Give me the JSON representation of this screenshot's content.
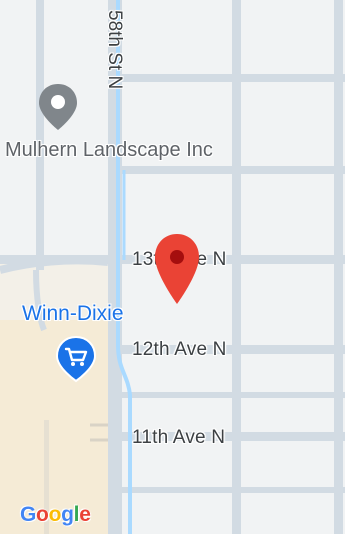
{
  "streets": {
    "vertical_label": "58th St N",
    "ave_13": "13th Ave N",
    "ave_12": "12th Ave N",
    "ave_11": "11th Ave N"
  },
  "pois": {
    "landscape": {
      "label": "Mulhern Landscape Inc",
      "icon": "place-pin-icon"
    },
    "store": {
      "label": "Winn-Dixie",
      "icon": "shopping-cart-icon",
      "color": "#1a73e8"
    }
  },
  "marker": {
    "icon": "red-location-marker-icon",
    "color": "#ea4335"
  },
  "branding": {
    "google": [
      {
        "ch": "G",
        "color": "#4285f4"
      },
      {
        "ch": "o",
        "color": "#ea4335"
      },
      {
        "ch": "o",
        "color": "#fbbc05"
      },
      {
        "ch": "g",
        "color": "#4285f4"
      },
      {
        "ch": "l",
        "color": "#34a853"
      },
      {
        "ch": "e",
        "color": "#ea4335"
      }
    ]
  },
  "colors": {
    "background": "#f1f3f4",
    "road": "#d2dbe3",
    "water": "#aadaff",
    "commercial": "#f5ebd6"
  }
}
